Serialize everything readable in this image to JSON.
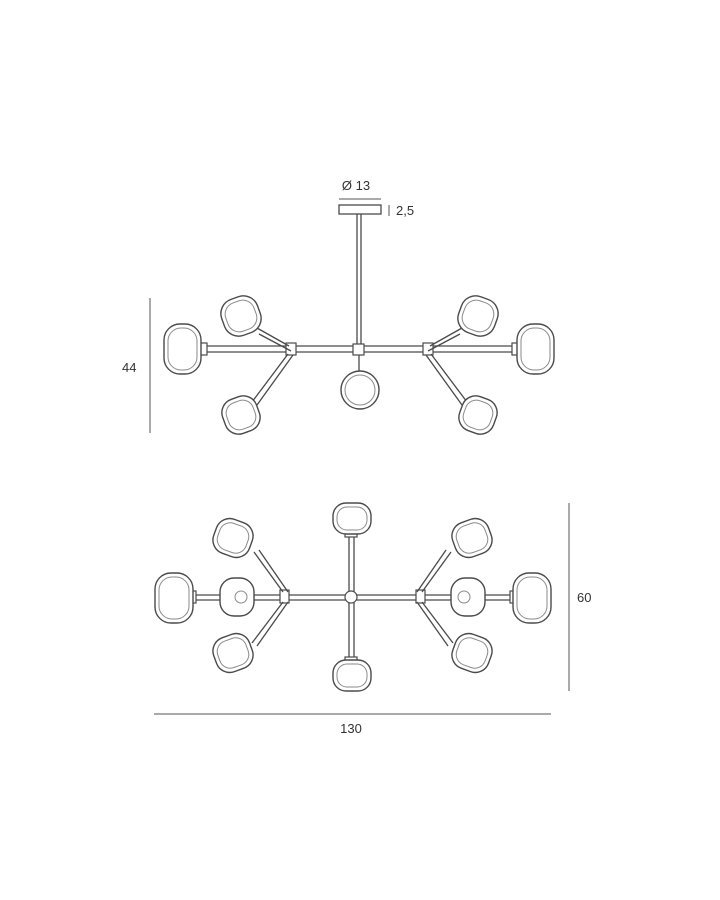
{
  "dimensions": {
    "canopy_diameter": "Ø 13",
    "canopy_height": "2,5",
    "height": "44",
    "depth": "60",
    "width": "130"
  },
  "colors": {
    "line": "#4a4a4a",
    "dimension": "#555555",
    "text": "#333333"
  }
}
